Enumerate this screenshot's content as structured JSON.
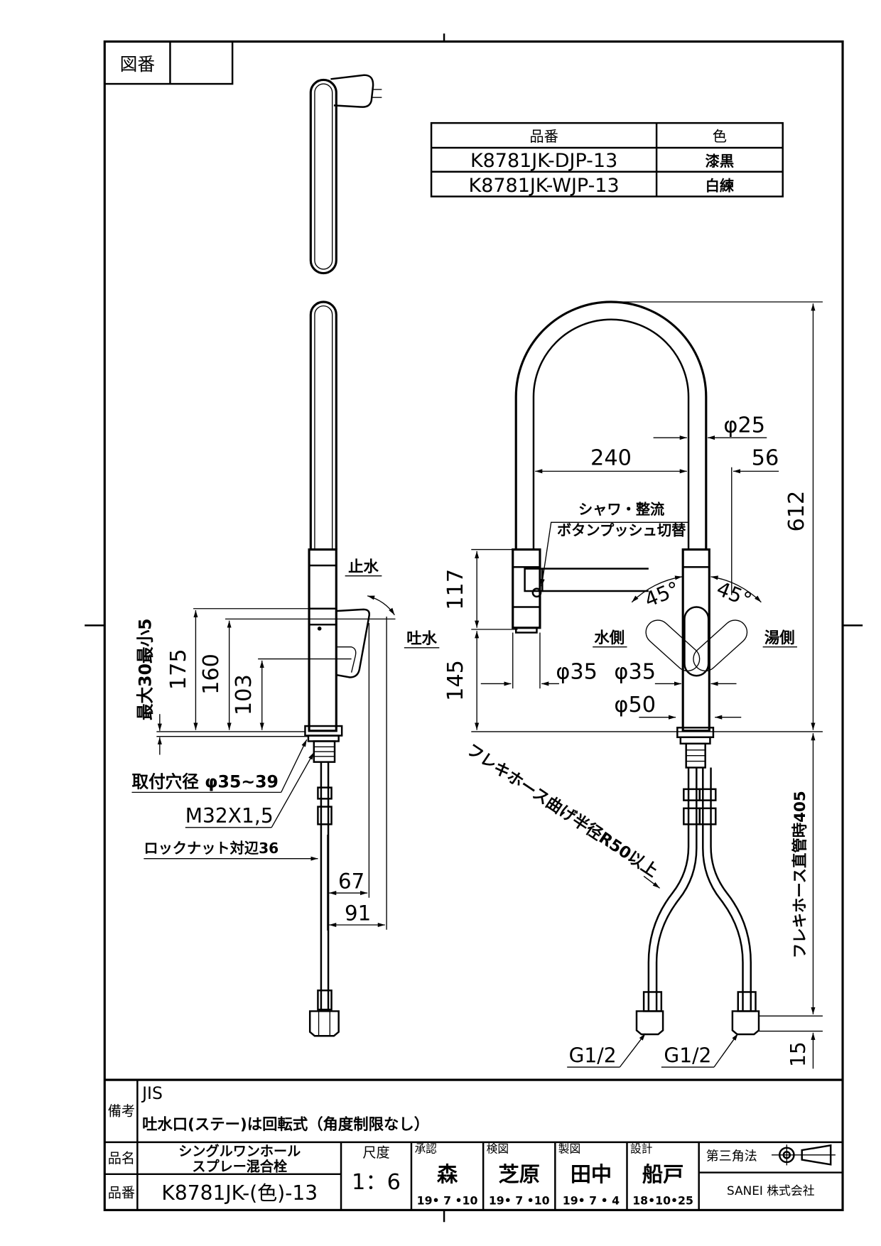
{
  "drawing_number": {
    "label": "図番"
  },
  "parts_table": {
    "headers": [
      "品番",
      "色"
    ],
    "rows": [
      {
        "part_number": "K8781JK-DJP-13",
        "color": "漆黒"
      },
      {
        "part_number": "K8781JK-WJP-13",
        "color": "白練"
      }
    ]
  },
  "side_view": {
    "stop_water": "止水",
    "discharge": "吐水",
    "counter_thickness": "最大30最小5",
    "dim_175": "175",
    "dim_160": "160",
    "dim_103": "103",
    "mount_hole": "取付穴径 φ35~39",
    "thread": "M32X1,5",
    "lock_nut": "ロックナット対辺36",
    "dim_67": "67",
    "dim_91": "91"
  },
  "front_view": {
    "dia_25": "φ25",
    "dim_240": "240",
    "dim_56": "56",
    "dim_612": "612",
    "button_note_1": "シャワ・整流",
    "button_note_2": "ボタンプッシュ切替",
    "dim_117": "117",
    "dim_145": "145",
    "angle_left": "45°",
    "angle_right": "45°",
    "cold_side": "水側",
    "hot_side": "湯側",
    "dia_35_head": "φ35",
    "dia_35_body": "φ35",
    "dia_50": "φ50",
    "hose_bend": "フレキホース曲げ半径R50以上",
    "hose_length": "フレキホース直管時405",
    "dim_15": "15",
    "connection_left": "G1/2",
    "connection_right": "G1/2"
  },
  "title_block": {
    "remarks_label": "備考",
    "remarks_1": "JIS",
    "remarks_2": "吐水口(ステー)は回転式（角度制限なし）",
    "name_label": "品名",
    "name_line_1": "シングルワンホール",
    "name_line_2": "スプレー混合栓",
    "number_label": "品番",
    "number": "K8781JK-(色)-13",
    "scale_label": "尺度",
    "scale": "1：6",
    "signoffs": [
      {
        "role": "承認",
        "name": "森",
        "date": "19• 7 •10"
      },
      {
        "role": "検図",
        "name": "芝原",
        "date": "19• 7 •10"
      },
      {
        "role": "製図",
        "name": "田中",
        "date": "19• 7 • 4"
      },
      {
        "role": "設計",
        "name": "船戸",
        "date": "18•10•25"
      }
    ],
    "projection": "第三角法",
    "company": "SANEI 株式会社"
  }
}
